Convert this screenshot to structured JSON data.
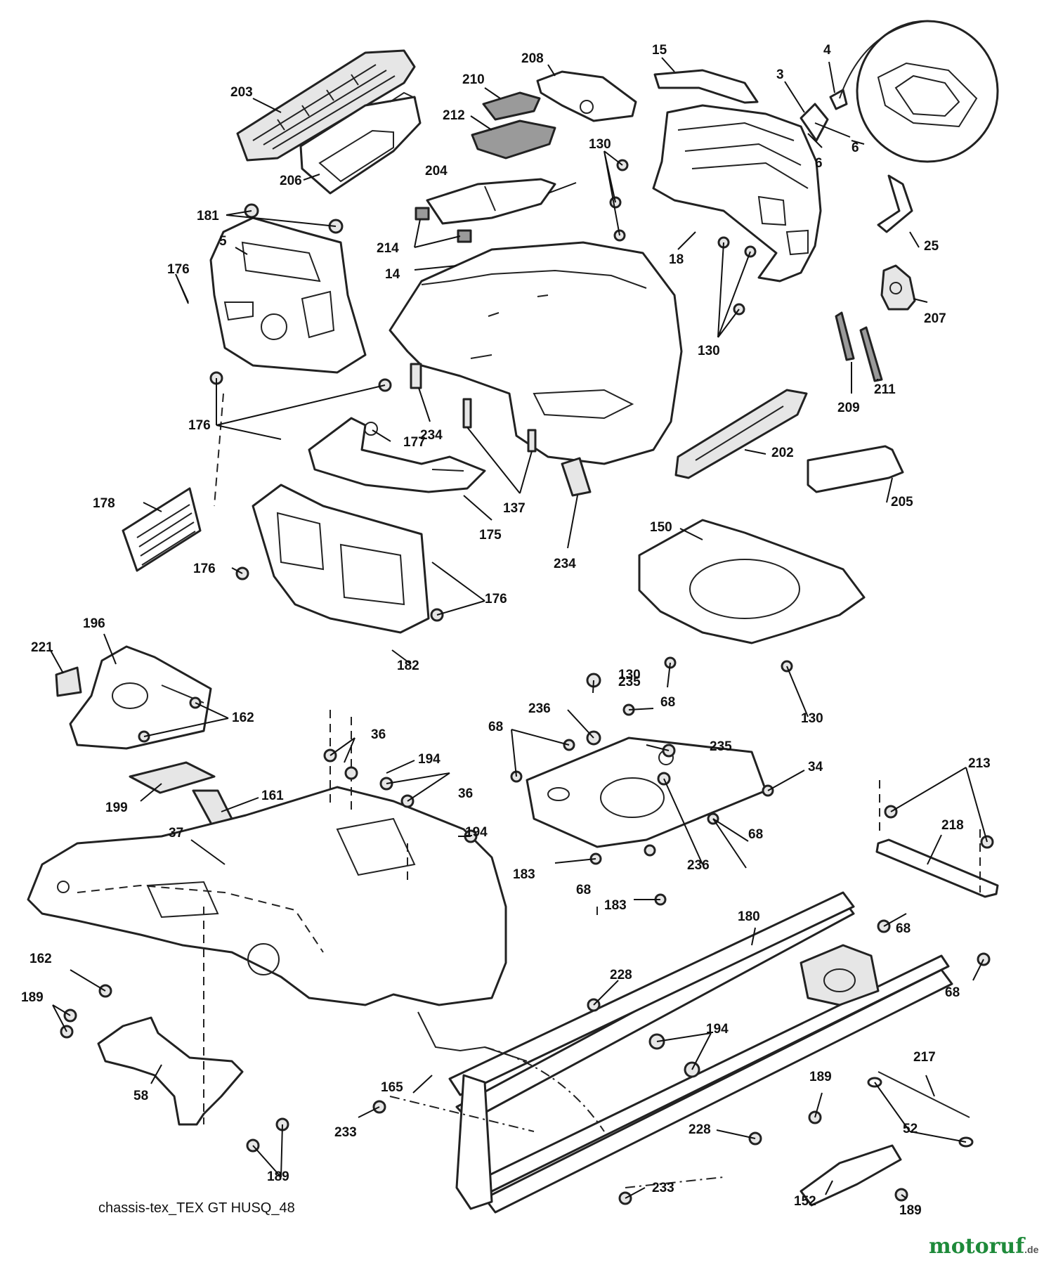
{
  "caption": "chassis-tex_TEX GT HUSQ_48",
  "watermark": {
    "brand": "motoruf",
    "suffix": ".de"
  },
  "callouts": [
    {
      "id": "c203",
      "label": "203"
    },
    {
      "id": "c206",
      "label": "206"
    },
    {
      "id": "c210",
      "label": "210"
    },
    {
      "id": "c212",
      "label": "212"
    },
    {
      "id": "c208",
      "label": "208"
    },
    {
      "id": "c15",
      "label": "15"
    },
    {
      "id": "c3",
      "label": "3"
    },
    {
      "id": "c4",
      "label": "4"
    },
    {
      "id": "c6a",
      "label": "6"
    },
    {
      "id": "c6b",
      "label": "6"
    },
    {
      "id": "c130a",
      "label": "130"
    },
    {
      "id": "c204",
      "label": "204"
    },
    {
      "id": "c181",
      "label": "181"
    },
    {
      "id": "c5",
      "label": "5"
    },
    {
      "id": "c214",
      "label": "214"
    },
    {
      "id": "c14",
      "label": "14"
    },
    {
      "id": "c18",
      "label": "18"
    },
    {
      "id": "c25",
      "label": "25"
    },
    {
      "id": "c176a",
      "label": "176"
    },
    {
      "id": "c130b",
      "label": "130"
    },
    {
      "id": "c207",
      "label": "207"
    },
    {
      "id": "c209",
      "label": "209"
    },
    {
      "id": "c211",
      "label": "211"
    },
    {
      "id": "c176b",
      "label": "176"
    },
    {
      "id": "c234a",
      "label": "234"
    },
    {
      "id": "c177",
      "label": "177"
    },
    {
      "id": "c202",
      "label": "202"
    },
    {
      "id": "c137",
      "label": "137"
    },
    {
      "id": "c178",
      "label": "178"
    },
    {
      "id": "c175",
      "label": "175"
    },
    {
      "id": "c205",
      "label": "205"
    },
    {
      "id": "c150",
      "label": "150"
    },
    {
      "id": "c234b",
      "label": "234"
    },
    {
      "id": "c176c",
      "label": "176"
    },
    {
      "id": "c176d",
      "label": "176"
    },
    {
      "id": "c196",
      "label": "196"
    },
    {
      "id": "c221",
      "label": "221"
    },
    {
      "id": "c130c",
      "label": "130"
    },
    {
      "id": "c182",
      "label": "182"
    },
    {
      "id": "c235a",
      "label": "235"
    },
    {
      "id": "c162a",
      "label": "162"
    },
    {
      "id": "c236a",
      "label": "236"
    },
    {
      "id": "c68a",
      "label": "68"
    },
    {
      "id": "c130d",
      "label": "130"
    },
    {
      "id": "c36a",
      "label": "36"
    },
    {
      "id": "c68b",
      "label": "68"
    },
    {
      "id": "c235b",
      "label": "235"
    },
    {
      "id": "c194a",
      "label": "194"
    },
    {
      "id": "c34",
      "label": "34"
    },
    {
      "id": "c213",
      "label": "213"
    },
    {
      "id": "c36b",
      "label": "36"
    },
    {
      "id": "c199",
      "label": "199"
    },
    {
      "id": "c161",
      "label": "161"
    },
    {
      "id": "c218",
      "label": "218"
    },
    {
      "id": "c194b",
      "label": "194"
    },
    {
      "id": "c68c",
      "label": "68"
    },
    {
      "id": "c37",
      "label": "37"
    },
    {
      "id": "c183a",
      "label": "183"
    },
    {
      "id": "c236b",
      "label": "236"
    },
    {
      "id": "c68d",
      "label": "68"
    },
    {
      "id": "c183b",
      "label": "183"
    },
    {
      "id": "c68e",
      "label": "68"
    },
    {
      "id": "c180",
      "label": "180"
    },
    {
      "id": "c162b",
      "label": "162"
    },
    {
      "id": "c228a",
      "label": "228"
    },
    {
      "id": "c68f",
      "label": "68"
    },
    {
      "id": "c189a",
      "label": "189"
    },
    {
      "id": "c194c",
      "label": "194"
    },
    {
      "id": "c165",
      "label": "165"
    },
    {
      "id": "c217",
      "label": "217"
    },
    {
      "id": "c58",
      "label": "58"
    },
    {
      "id": "c189b",
      "label": "189"
    },
    {
      "id": "c52",
      "label": "52"
    },
    {
      "id": "c233a",
      "label": "233"
    },
    {
      "id": "c228b",
      "label": "228"
    },
    {
      "id": "c189c",
      "label": "189"
    },
    {
      "id": "c233b",
      "label": "233"
    },
    {
      "id": "c152",
      "label": "152"
    },
    {
      "id": "c189d",
      "label": "189"
    }
  ]
}
